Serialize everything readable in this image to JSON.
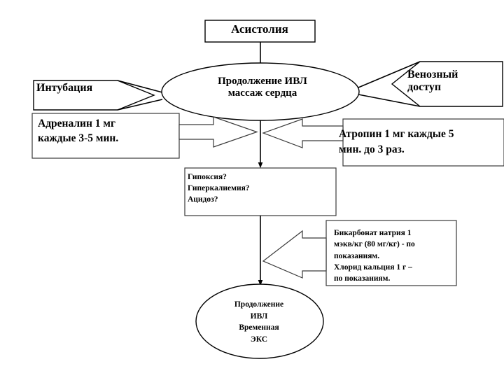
{
  "diagram": {
    "title": "Asystolia resuscitation algorithm",
    "colors": {
      "stroke": "#000000",
      "fill": "#ffffff",
      "text": "#000000"
    },
    "nodes": {
      "asystolia": {
        "label": "Асистолия",
        "shape": "rectangle"
      },
      "main_oval": {
        "label": "Продолжение ИВЛ\nмассаж сердца",
        "shape": "ellipse"
      },
      "intubation": {
        "label": "Интубация",
        "shape": "pentagon-right"
      },
      "venous_access": {
        "label": "Венозный\nдоступ",
        "shape": "pentagon-left"
      },
      "adrenalin": {
        "label": "Адреналин 1 мг\nкаждые 3-5 мин.",
        "shape": "rectangle"
      },
      "atropin": {
        "label": "Атропин 1 мг каждые 5\nмин. до 3 раз.",
        "shape": "rectangle"
      },
      "hypoxia": {
        "label": "Гипоксия?\nГиперкалиемия?\nАцидоз?",
        "shape": "rectangle"
      },
      "bicarbonate": {
        "label": "Бикарбонат натрия 1\nмэкв/кг  (80 мг/кг) - по\nпоказаниям.\nХлорид кальция 1 г –\nпо показаниям.",
        "shape": "rectangle"
      },
      "bottom_oval": {
        "label": "Продолжение\nИВЛ\nВременная\nЭКС",
        "shape": "ellipse"
      }
    },
    "connectors": [
      {
        "name": "asystolia-to-main-oval",
        "type": "arrow-down"
      },
      {
        "name": "intubation-to-main-oval",
        "type": "wedge-right"
      },
      {
        "name": "venous-access-to-main-oval",
        "type": "wedge-left"
      },
      {
        "name": "main-oval-to-hypoxia",
        "type": "arrow-down"
      },
      {
        "name": "adrenalin-to-flow",
        "type": "block-arrow-right"
      },
      {
        "name": "atropin-to-flow",
        "type": "block-arrow-left"
      },
      {
        "name": "hypoxia-to-bottom-oval",
        "type": "arrow-down"
      },
      {
        "name": "bicarbonate-to-flow",
        "type": "block-arrow-left"
      }
    ]
  }
}
